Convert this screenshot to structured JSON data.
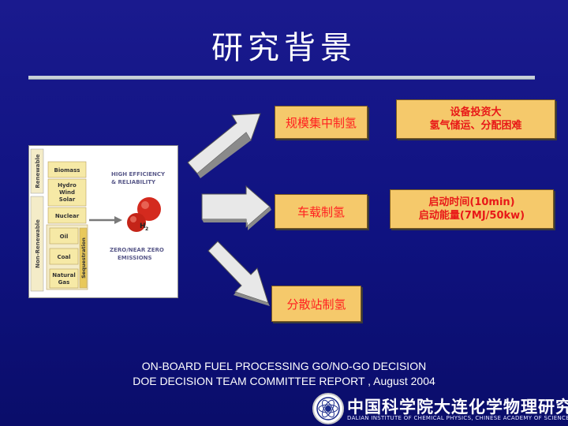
{
  "slide": {
    "title": "研究背景",
    "boxes": {
      "central": "规模集中制氢",
      "onboard": "车载制氢",
      "distributed": "分散站制氢",
      "note_top_line1": "设备投资大",
      "note_top_line2": "氢气储运、分配困难",
      "note_mid_line1": "启动时间(10min)",
      "note_mid_line2": "启动能量(7MJ/50kw)"
    },
    "footer": {
      "line1": "ON-BOARD FUEL PROCESSING GO/NO-GO DECISION",
      "line2": "DOE DECISION TEAM COMMITTEE REPORT , August 2004"
    },
    "logo": {
      "name": "中国科学院大连化学物理研究所",
      "subtitle": "DALIAN INSTITUTE OF CHEMICAL PHYSICS, CHINESE ACADEMY OF SCIENCES"
    }
  },
  "figure": {
    "renewable_label": "Renewable",
    "nonrenewable_label": "Non-Renewable",
    "sequestration_label": "Sequestration",
    "sources": [
      "Biomass",
      "Hydro\nWind\nSolar",
      "Nuclear",
      "Oil",
      "Coal",
      "Natural\nGas"
    ],
    "efficiency_text": "HIGH EFFICIENCY\n& RELIABILITY",
    "emissions_text": "ZERO/NEAR ZERO\nEMISSIONS",
    "molecule_label": "H2"
  },
  "colors": {
    "background": "#12148a",
    "box_fill": "#f5c96b",
    "box_text": "#ff2020",
    "arrow_fill": "#e8e8e8"
  }
}
